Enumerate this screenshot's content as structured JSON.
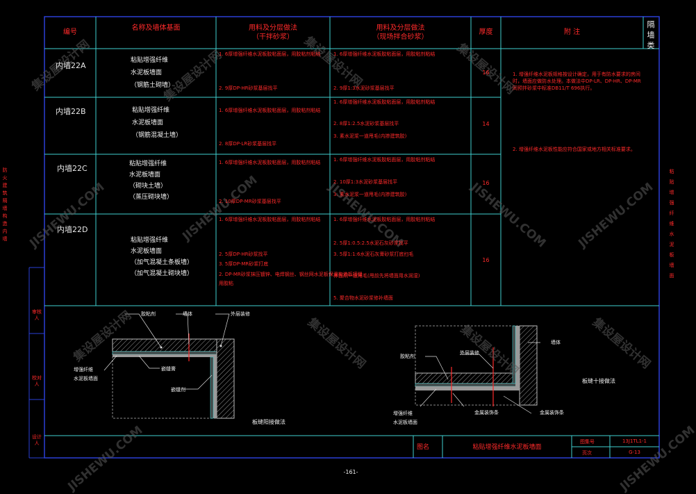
{
  "table": {
    "headers": {
      "code": "编号",
      "name": "名称及墙体基面",
      "material_line1": "用料及分层做法",
      "material_line2": "（干拌砂浆）",
      "site_line1": "用料及分层做法",
      "site_line2": "（现场拌合砂浆）",
      "thickness": "厚度",
      "note": "附    注",
      "category": "隔墙类"
    },
    "rows": [
      {
        "code": "内墙22A",
        "name": [
          "粘贴增强纤维",
          "水泥板墙面",
          "（钢筋土砌墙）"
        ],
        "dry": [
          "1. 6厚增强纤维水泥板胶粘面层，用胶粘剂粘结",
          "2. 9厚DP-HR砂浆基层找平"
        ],
        "site": [
          "1. 6厚增强纤维水泥板胶粘面层，用胶粘剂粘结",
          "2. 9厚1:3水泥砂浆基层找平"
        ],
        "thickness": "16"
      },
      {
        "code": "内墙22B",
        "name": [
          "粘贴增强纤维",
          "水泥板墙面",
          "（钢筋混凝土墙）"
        ],
        "dry": [
          "1. 6厚增强纤维水泥板胶粘面层，用胶粘剂粘结",
          "2. 8厚DP-LR砂浆基层找平"
        ],
        "site": [
          "1. 6厚增强纤维水泥板胶粘面层，用胶粘剂粘结",
          "2. 8厚1:2.5水泥砂浆基层找平",
          "3. 素水泥浆一道甩毛(内掺建筑胶)"
        ],
        "thickness": "14"
      },
      {
        "code": "内墙22C",
        "name": [
          "粘贴增强纤维",
          "水泥板墙面",
          "（砌块土墙）",
          "（蒸压砌块墙）"
        ],
        "dry": [
          "1. 6厚增强纤维水泥板胶粘面层，用胶粘剂粘结",
          "2. 10厚DP-MR砂浆基层找平"
        ],
        "site": [
          "1. 6厚增强纤维水泥板胶粘面层，用胶粘剂粘结",
          "2. 10厚1:3水泥砂浆基层找平",
          "3. 素水泥浆一道甩毛(内掺建筑胶)"
        ],
        "thickness": "16"
      },
      {
        "code": "内墙22D",
        "name": [
          "粘贴增强纤维",
          "水泥板墙面",
          "（加气混凝土条板墙）",
          "（加气混凝土砌块墙）"
        ],
        "dry": [
          "1. 6厚增强纤维水泥板胶粘面层，用胶粘剂粘结",
          "2. 5厚DP-HR砂浆找平",
          "3. 5厚DP-MR砂浆打底",
          "2. DP-MR砂浆抹压镀锌、电焊钢丝、钢丝网水泥板保温构造板接缝",
          "用胶粘"
        ],
        "site": [
          "1. 6厚增强纤维水泥板胶粘面层，用胶粘剂粘结",
          "2. 5厚1:0.5:2.5水泥石灰砂浆找平",
          "3. 5厚1:1:6水泥石灰膏砂浆打底扫毛",
          "界面剂一道甩毛(甩前先将墙面用水润湿)",
          "5. 聚合物水泥砂浆修补墙面"
        ],
        "thickness": "16"
      }
    ],
    "notes": [
      "1. 增强纤维水泥板规格按设计确定，用于有防水要求的房间时，墙面应做防水处理。本做法中DP-LR、DP-HR、DP-MR同预拌砂浆中标准DB11/T 696执行。",
      "2. 增强纤维水泥板性能应符合国家或地方相关标准要求。"
    ]
  },
  "left_vertical_text": "防火建筑隔墙构造内墙",
  "right_vertical_text": "粘贴增强纤维水泥板墙面",
  "sign_labels": [
    "审核人",
    "校对人",
    "设计人"
  ],
  "details": {
    "left": {
      "caption": "板缝阳接做法",
      "labels": {
        "glue": "胶粘剂",
        "wall": "墙体",
        "finish": "外层装修",
        "board": "增强纤维",
        "board2": "水泥板墙面",
        "joint": "嵌缝膏",
        "seal": "嵌缝剂"
      }
    },
    "right": {
      "caption": "板缝十接做法",
      "labels": {
        "glue": "胶粘剂",
        "finish": "外层装修",
        "wall": "墙体",
        "board": "增强纤维",
        "board2": "水泥板墙面",
        "deco": "金属装饰条",
        "deco2": "金属装饰条"
      }
    }
  },
  "title_block": {
    "fig_label": "图名",
    "title": "粘贴增强纤维水泥板墙面",
    "atlas_label": "图集号",
    "atlas_no": "13J1TL1-1",
    "page_label": "页次",
    "page_no": "G-13"
  },
  "page_number": "-161-",
  "watermark": "集设屋设计网",
  "watermark_url": "JISHEWU.COM",
  "colors": {
    "frame": "#2a3fd6",
    "grid": "#3fd0d0",
    "text_red": "#ff2a2a",
    "wall": "#a0a0a0"
  }
}
